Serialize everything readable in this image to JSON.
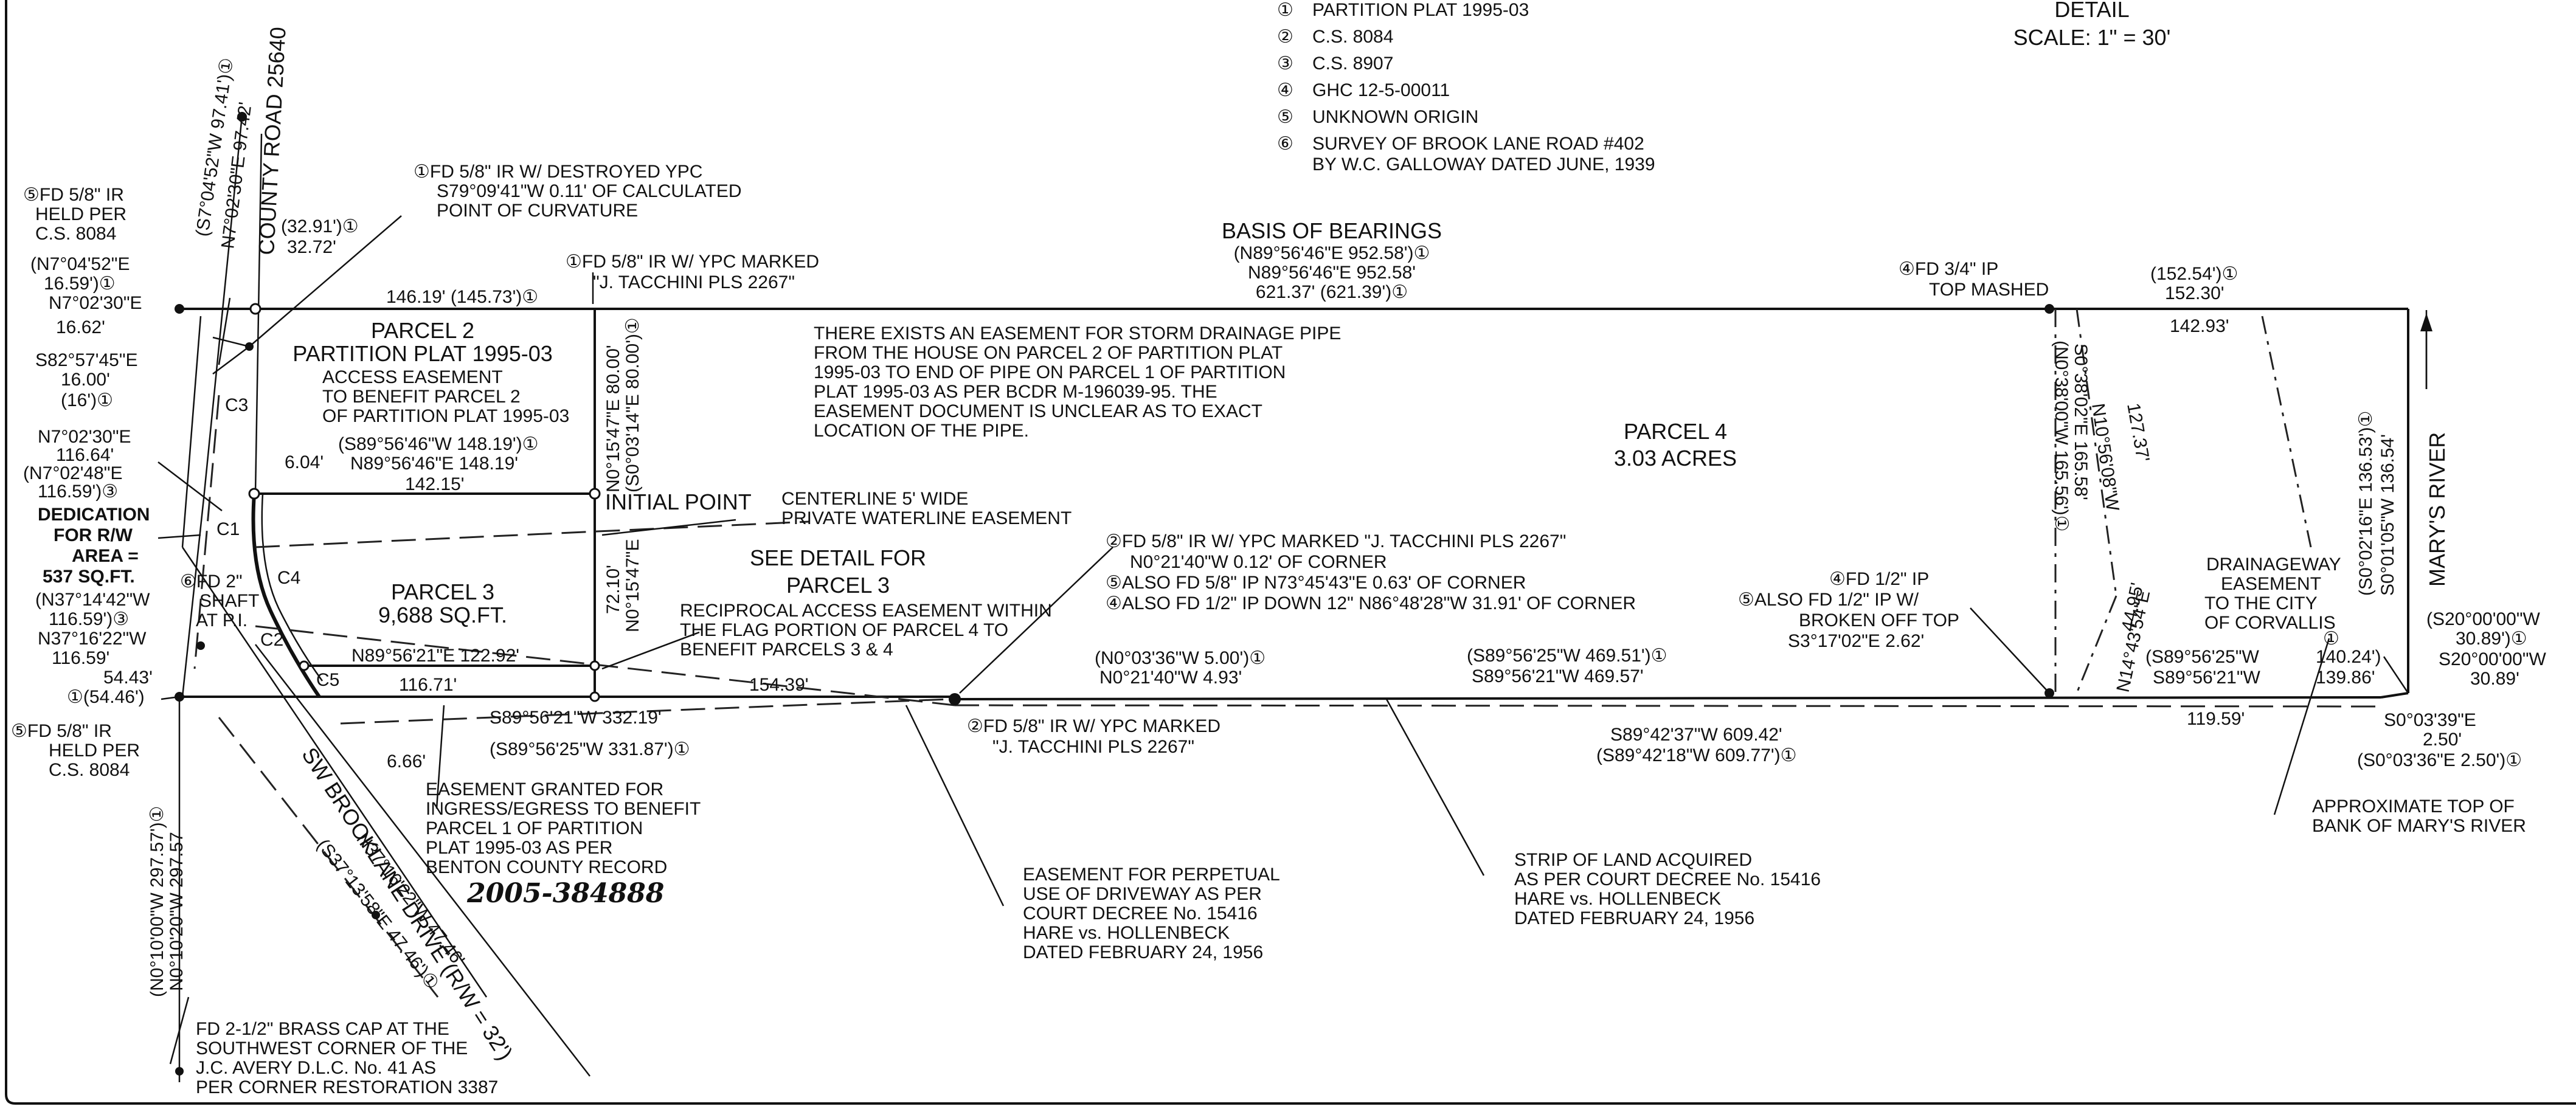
{
  "sources": {
    "items": [
      {
        "num": "①",
        "text": "PARTITION PLAT 1995-03"
      },
      {
        "num": "②",
        "text": "C.S. 8084"
      },
      {
        "num": "③",
        "text": "C.S. 8907"
      },
      {
        "num": "④",
        "text": "GHC 12-5-00011"
      },
      {
        "num": "⑤",
        "text": "UNKNOWN ORIGIN"
      },
      {
        "num": "⑥",
        "text": "SURVEY OF BROOK LANE ROAD #402"
      }
    ],
    "item6_line2": "BY W.C. GALLOWAY DATED JUNE, 1939"
  },
  "detail": {
    "title": "DETAIL",
    "scale": "SCALE: 1\" = 30'"
  },
  "basis": {
    "title": "BASIS OF BEARINGS",
    "l1": "(N89°56'46\"E 952.58')①",
    "l2": "N89°56'46\"E 952.58'",
    "l3": "621.37' (621.39')①"
  },
  "roads": {
    "county": "COUNTY ROAD 25640",
    "sw": "SW BROOKLANE DRIVE (R/W = 32')",
    "river": "MARY'S RIVER"
  },
  "parcels": {
    "p2": "PARCEL 2",
    "p2b": "PARTITION PLAT 1995-03",
    "p3": "PARCEL 3",
    "p3b": "9,688 SQ.FT.",
    "p4": "PARCEL 4",
    "p4b": "3.03 ACRES",
    "ip": "INITIAL POINT",
    "see1": "SEE DETAIL FOR",
    "see2": "PARCEL 3"
  },
  "left": {
    "fd_a1": "⑤FD 5/8\" IR",
    "fd_a2": "HELD PER",
    "fd_a3": "C.S. 8084",
    "n7a1": "(N7°04'52\"E",
    "n7a2": "16.59')①",
    "n7a3": "N7°02'30\"E",
    "n7a4": "16.62'",
    "s82a": "S82°57'45\"E",
    "s82b": "16.00'",
    "s82c": "(16')①",
    "n7b1": "N7°02'30\"E",
    "n7b2": "116.64'",
    "n7b3": "(N7°02'48\"E",
    "n7b4": "116.59')③",
    "ded1": "DEDICATION",
    "ded2": "FOR R/W",
    "ded3": "AREA =",
    "ded4": "537 SQ.FT.",
    "n37a1": "(N37°14'42\"W",
    "n37a2": "116.59')③",
    "n37a3": "N37°16'22\"W",
    "n37a4": "116.59'",
    "d5443": "54.43'",
    "d5446": "①(54.46')",
    "fd_b1": "⑤FD 5/8\" IR",
    "fd_b2": "HELD PER",
    "fd_b3": "C.S. 8084",
    "shaft1": "⑥FD 2\"",
    "shaft2": "SHAFT",
    "shaft3": "AT P.I.",
    "c1": "C1",
    "c2": "C2",
    "c3": "C3",
    "c4": "C4",
    "c5": "C5",
    "rot1": "(S7°04'52\"W 97.41')①",
    "rot2": "N7°02'30\"E 97.42'",
    "d3291": "(32.91')①",
    "d3272": "32.72'",
    "n0v1": "(N0°10'00\"W 297.57')①",
    "n0v2": "N0°10'20\"W 297.57",
    "s37r1": "N37°16'22\"W 47.46'",
    "s37r2": "(S37°13'58\"E 47.46')①"
  },
  "notes": {
    "ypc1": "①FD 5/8\" IR W/ DESTROYED YPC",
    "ypc2": "S79°09'41\"W 0.11' OF CALCULATED",
    "ypc3": "POINT OF CURVATURE",
    "tac1": "①FD 5/8\" IR W/ YPC MARKED",
    "tac2": "\"J. TACCHINI PLS 2267\"",
    "d14619": "146.19' (145.73')①",
    "acc1": "ACCESS EASEMENT",
    "acc2": "TO BENEFIT PARCEL 2",
    "acc3": "OF PARTITION PLAT 1995-03",
    "s89a": "(S89°56'46\"W 148.19')①",
    "s89b": "N89°56'46\"E 148.19'",
    "d14215": "142.15'",
    "d604": "6.04'",
    "sd1": "THERE EXISTS AN EASEMENT FOR STORM DRAINAGE PIPE",
    "sd2": "FROM THE HOUSE ON PARCEL 2 OF PARTITION PLAT",
    "sd3": "1995-03 TO END OF PIPE ON PARCEL 1 OF PARTITION",
    "sd4": "PLAT 1995-03 AS PER BCDR M-196039-95. THE",
    "sd5": "EASEMENT DOCUMENT IS UNCLEAR AS TO EXACT",
    "sd6": "LOCATION OF THE PIPE.",
    "v80a": "N0°15'47\"E 80.00'",
    "v80b": "(S0°03'14\"E 80.00')①",
    "cl1": "CENTERLINE 5' WIDE",
    "cl2": "PRIVATE WATERLINE EASEMENT",
    "v72a": "72.10'",
    "v72b": "N0°15'47\"E",
    "n89p3": "N89°56'21\"E 122.92'",
    "rec1": "RECIPROCAL ACCESS EASEMENT WITHIN",
    "rec2": "THE FLAG PORTION OF PARCEL 4 TO",
    "rec3": "BENEFIT PARCELS 3 & 4",
    "d11671": "116.71'",
    "d15439": "154.39'",
    "s33219": "S89°56'21\"W 332.19'",
    "s33187": "(S89°56'25\"W 331.87')①",
    "d666": "6.66'",
    "ing1": "EASEMENT GRANTED FOR",
    "ing2": "INGRESS/EGRESS TO BENEFIT",
    "ing3": "PARCEL 1 OF PARTITION",
    "ing4": "PLAT 1995-03 AS PER",
    "ing5": "BENTON COUNTY RECORD",
    "rec_no": "2005-384888",
    "cor1": "②FD 5/8\" IR W/ YPC MARKED \"J. TACCHINI PLS 2267\"",
    "cor2": "N0°21'40\"W 0.12' OF CORNER",
    "cor3": "⑤ALSO FD 5/8\" IP N73°45'43\"E 0.63' OF CORNER",
    "cor4": "④ALSO FD 1/2\" IP DOWN 12\" N86°48'28\"W 31.91' OF CORNER",
    "n0a": "(N0°03'36\"W 5.00')①",
    "n0b": "N0°21'40\"W 4.93'",
    "tac3": "②FD 5/8\" IR W/ YPC MARKED",
    "tac4": "\"J. TACCHINI PLS 2267\"",
    "perp1": "EASEMENT FOR PERPETUAL",
    "perp2": "USE OF DRIVEWAY AS PER",
    "perp3": "COURT DECREE No. 15416",
    "perp4": "HARE vs. HOLLENBECK",
    "perp5": "DATED FEBRUARY 24, 1956",
    "s46951a": "(S89°56'25\"W 469.51')①",
    "s46951b": "S89°56'21\"W 469.57'",
    "strip1": "STRIP OF LAND ACQUIRED",
    "strip2": "AS PER COURT DECREE No. 15416",
    "strip3": "HARE vs. HOLLENBECK",
    "strip4": "DATED FEBRUARY 24, 1956",
    "s60942": "S89°42'37\"W 609.42'",
    "s60977": "(S89°42'18\"W 609.77')①",
    "fd34a": "④FD 3/4\" IP",
    "fd34b": "TOP MASHED",
    "v165a": "S0°38'02\"E 165.58'",
    "v165b": "(N0°38'00\"W 165.56')①",
    "d12737": "127.37'",
    "n10": "N10°56'08\"W",
    "n14": "N14°43'54\"E",
    "d4495": "44.95'",
    "fd12a": "④FD 1/2\" IP",
    "fd12b": "⑤ALSO FD 1/2\" IP W/",
    "fd12c": "BROKEN OFF TOP",
    "fd12d": "S3°17'02\"E 2.62'",
    "d15254": "(152.54')①",
    "d15230": "152.30'",
    "d14293": "142.93'",
    "dr1": "DRAINAGEWAY",
    "dr2": "EASEMENT",
    "dr3": "TO THE CITY",
    "dr4": "OF CORVALLIS",
    "dr5": "①",
    "s14024a": "(S89°56'25\"W",
    "s14024b": "140.24')",
    "s13986a": "S89°56'21\"W",
    "s13986b": "139.86'",
    "d11959": "119.59'",
    "r136a": "(S0°02'16\"E 136.53')①",
    "r136b": "S0°01'05\"W 136.54'",
    "s20a": "(S20°00'00\"W",
    "s20b": "30.89')①",
    "s20c": "S20°00'00\"W",
    "s20d": "30.89'",
    "s0a": "S0°03'39\"E",
    "s0b": "2.50'",
    "s0c": "(S0°03'36\"E 2.50')①",
    "bank1": "APPROXIMATE TOP OF",
    "bank2": "BANK OF MARY'S RIVER",
    "bc1": "FD 2-1/2\" BRASS CAP AT THE",
    "bc2": "SOUTHWEST CORNER OF THE",
    "bc3": "J.C. AVERY D.L.C. No. 41 AS",
    "bc4": "PER CORNER RESTORATION 3387"
  }
}
